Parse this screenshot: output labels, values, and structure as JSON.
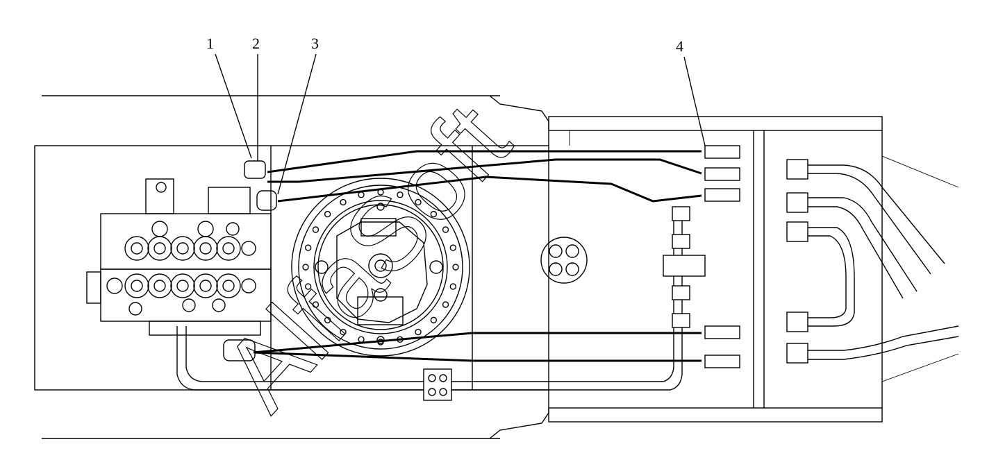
{
  "callouts": [
    {
      "label": "1"
    },
    {
      "label": "2"
    },
    {
      "label": "3"
    },
    {
      "label": "4"
    }
  ],
  "watermark": {
    "text": "AlfaSoft"
  }
}
